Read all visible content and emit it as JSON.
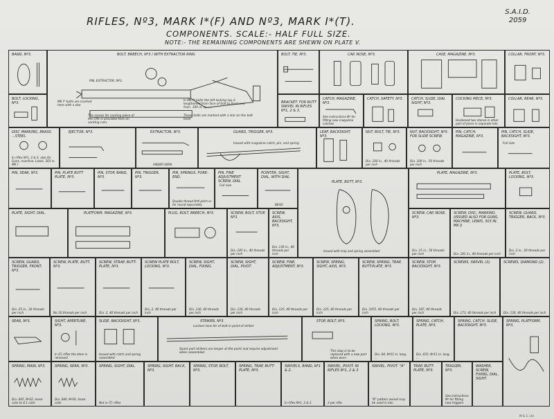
{
  "header": {
    "title": "RIFLES, Nº3, MARK I*(F) AND Nº3, MARK I*(T).",
    "subtitle": "COMPONENTS.      SCALE:- HALF FULL SIZE.",
    "note": "NOTE:- THE REMAINING COMPONENTS ARE SHEWN ON PLATE V.",
    "ref_org": "S.A.I.D.",
    "ref_number": "2059"
  },
  "row1": [
    {
      "label": "BAND, Nº3."
    },
    {
      "label": "BOLT, BREECH, Nº3 / WITH EXTRACTOR RING",
      "ann1": "PIN, EXTRACTOR, Nº3.",
      "ann2": "MK I* bolts are marked here with a star",
      "ann3": "In MK I* bolts the left locking lug is lengthened from face of bolt to front end from .100 in. to .....",
      "ann4": "Those bolts are marked with a star on the bolt lever",
      "ann5": "The recess for cocking piece of the rifle is provided here on cocking cam."
    },
    {
      "label": "BOLT, TIE, Nº3."
    },
    {
      "label": "CAP, NOSE, Nº3."
    },
    {
      "label": "CASE, MAGAZINE, Nº3."
    },
    {
      "label": "COLLAR, FRONT, Nº3."
    }
  ],
  "row2": [
    {
      "label": "BOLT, LOCKING, Nº3."
    },
    {
      "label": "BRACKET. For butt swivel in rifles Nº1, 2 & 3."
    },
    {
      "label": "CATCH, MAGAZINE, Nº3.",
      "cap": "See instructions Nº for fitting new magazine catches"
    },
    {
      "label": "CATCH, SAFETY, Nº3."
    },
    {
      "label": "CATCH, SLIDE, DIAL SIGHT, Nº3."
    },
    {
      "label": "COCKING PIECE, Nº3.",
      "cap": "Hardened two stored in other part of piece in separate lots."
    },
    {
      "label": "COLLAR, REAR, Nº3."
    }
  ],
  "row3": [
    {
      "label": "DISC MARKING, BRASS. ...STEEL.",
      "cap": "In rifles Nº1, 2 & 3, also for Guns, machine, Lewis, 303 in. MK I"
    },
    {
      "label": "EJECTOR, Nº3."
    },
    {
      "label": "EXTRACTOR, Nº3.",
      "cap": "UNDER VIEW."
    },
    {
      "label": "GUARD, TRIGGER, Nº3.",
      "ann1": "Issued with magazine catch, pin, and spring"
    },
    {
      "label": "LEAF, BACKSIGHT, Nº3."
    },
    {
      "label": "NUT, BOLT, TIE, Nº3.",
      "cap": "Dia .100 in., 40 threads per inch"
    },
    {
      "label": "NUT, BACKSIGHT, Nº3. For slide screw.",
      "cap": "Dia .109 in., 56 threads per inch"
    },
    {
      "label": "PIN, CATCH, MAGAZINE, Nº3."
    },
    {
      "label": "PIN, CATCH, SLIDE, BACKSIGHT, Nº3.",
      "cap": "Full size"
    }
  ],
  "row4": [
    {
      "label": "PIN, SEAR, Nº3."
    },
    {
      "label": "PIN, PLATE BUTT PLATE, Nº3."
    },
    {
      "label": "PIN, STOP, BAND, Nº3."
    },
    {
      "label": "PIN, TRIGGER, Nº3."
    },
    {
      "label": "PIN, SPRINGS, FORE-END.",
      "cap": "Double thread Nº4 pitch or for round separately"
    },
    {
      "label": "PIN, FINE ADJUSTMENT SCREW, DIAL.",
      "cap": "Full size"
    },
    {
      "label": "POINTER, SIGHT, DIAL, WITH DIAL.",
      "cap": "BEAD"
    },
    {
      "label": "PLATE, BUTT, Nº3.",
      "cap": "Issued with trap and spring assembled"
    },
    {
      "label": "PLATE, MAGAZINE, Nº3."
    },
    {
      "label": "PLATE, BOLT, LOCKING, Nº3."
    }
  ],
  "row5": [
    {
      "label": "PLATE, SIGHT, DIAL."
    },
    {
      "label": "PLATFORM, MAGAZINE, Nº3."
    },
    {
      "label": "PLUG, BOLT, BREECH, Nº3."
    },
    {
      "label": "SCREW, BOLT, STOP, Nº3.",
      "cap": "Dia .185 in., 40 threads per inch"
    },
    {
      "label": "SCREW, AXIS, BACKSIGHT, Nº3.",
      "cap": "Dia .136 in., 40 threads per inch"
    },
    {
      "label": "SCREW, CAP, NOSE, Nº3.",
      "cap": "Dia .15 in., 56 threads per inch"
    },
    {
      "label": "SCREW, DISC, MARKING. (Issued also for Guns, machine, Lewis, 303 in. MK I)",
      "cap": "Dia .181 in., 40 threads per inch"
    },
    {
      "label": "SCREW, GUARD, TRIGGER, BACK, Nº3.",
      "cap": "Dia .2 in., 26 threads per inch"
    }
  ],
  "row6": [
    {
      "label": "SCREW, GUARD, TRIGGER, FRONT, Nº3.",
      "cap": "Dia .25 in., 30 threads per inch"
    },
    {
      "label": "SCREW, PLATE, BUTT, Nº3.",
      "cap": "No 10 threads per inch"
    },
    {
      "label": "SCREW, STRAP, BUTT-PLATE, Nº3.",
      "cap": "Dia .2, 40 threads per inch"
    },
    {
      "label": "SCREW PLATE BOLT, LOCKING, Nº3.",
      "cap": "Dia .2, 40 threads per inch"
    },
    {
      "label": "SCREW, SIGHT, DIAL, FIXING.",
      "cap": "Dia .136, 40 threads per inch"
    },
    {
      "label": "SCREW, SIGHT, DIAL, PIVOT.",
      "cap": "Dia .136, 40 threads per inch"
    },
    {
      "label": "SCREW, FINE, ADJUSTMENT, Nº3.",
      "cap": "Dia .125, 40 threads per inch"
    },
    {
      "label": "SCREW, SPRING, SIGHT, AXIS, Nº3.",
      "cap": "Dia .125, 40 threads per inch"
    },
    {
      "label": "SCREW, SPRING, TRAP, BUTT-PLATE, Nº3.",
      "cap": "Dia .1055, 40 threads per inch"
    },
    {
      "label": "SCREW, STOP, BACKSIGHT, Nº3.",
      "cap": "Dia .187, 40 threads per inch"
    },
    {
      "label": "SCREWS, SWIVEL (2).",
      "cap": "Dia .173, 40 threads per inch"
    },
    {
      "label": "SCREWS, DIAMOND (2).",
      "cap": "Dia .136, 40 threads per inch"
    }
  ],
  "row7": [
    {
      "label": "SEAR, Nº3."
    },
    {
      "label": "SIGHT, APERTURE, Nº3.",
      "cap": "In (F) rifles the stem is removed"
    },
    {
      "label": "SLIDE, BACKSIGHT, Nº3.",
      "cap": "Issued with catch and spring assembled"
    },
    {
      "label": "STRIKER, Nº3.",
      "ann1": "Lockers tons fer of bolt in point of striker",
      "ann2": "Spare part strikers are longer at the point and require adjustment when assembled"
    },
    {
      "label": "STOP, BOLT, Nº3.",
      "cap": "This stop is to be replaced with a new part when worn"
    },
    {
      "label": "SPRING, BOLT, LOCKING, Nº3.",
      "cap": "Dia .04, Nº11 in. long, ..."
    },
    {
      "label": "SPRING, CATCH, PLATE, Nº3.",
      "cap": "Dia .035, Nº11 in. long, ..."
    },
    {
      "label": "SPRING, CATCH, SLIDE, BACKSIGHT, Nº3."
    },
    {
      "label": "SPRING, PLATFORM, Nº3."
    }
  ],
  "row8": [
    {
      "label": "SPRING, MAIN, Nº3.",
      "cap": "Dia .045, Nº22, loose coils to 4.1 coils"
    },
    {
      "label": "SPRING, SEAR, Nº3.",
      "cap": "Dia .046, Nº20, loose coils"
    },
    {
      "label": "SPRING, SIGHT, DIAL.",
      "cap": "Not in (T) rifles"
    },
    {
      "label": "SPRING, SIGHT, BACK, Nº3."
    },
    {
      "label": "SPRING, STOP, BOLT, Nº3."
    },
    {
      "label": "SPRING, TRAP, BUTT-PLATE, Nº3."
    },
    {
      "label": "SWIVELS, BAND, Nº1 & 2.",
      "cap": "In rifles Nº1, 2 & 3"
    },
    {
      "label": "SWIVEL, PIVOT. In rifles Nº1, 2 & 3",
      "cap": "2 per rifle."
    },
    {
      "label": "SWIVEL, PIVOT. \"A\"",
      "cap": "\"B\" pattern swivel may be used in lieu"
    },
    {
      "label": "TRAP, BUTT-PLATE, Nº3."
    },
    {
      "label": "TRIGGER, Nº3.",
      "cap": "See instructions Nº for fitting new triggers"
    },
    {
      "label": "WASHER, SCREW, FIXING, DIAL, SIGHT."
    }
  ],
  "footer": {
    "printer": "W & S. Ltd."
  }
}
